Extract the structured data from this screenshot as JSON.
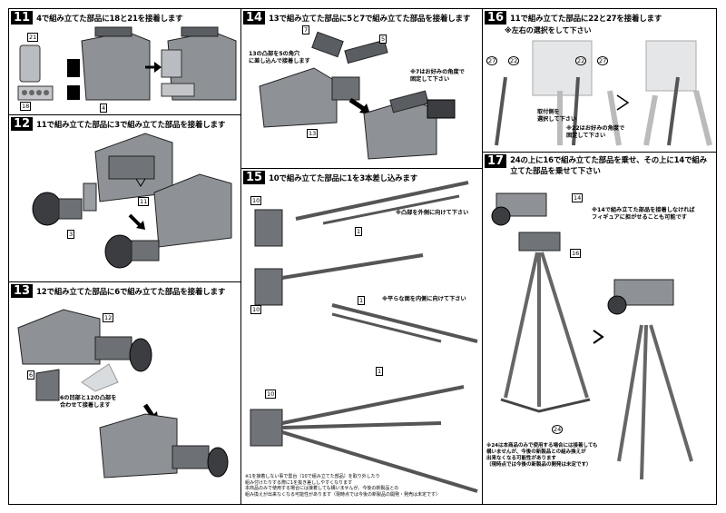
{
  "steps": [
    {
      "num": "11",
      "title": "4で組み立てた部品に18と21を接着します",
      "labels": {
        "p21": "21",
        "p18": "18",
        "p4": "4"
      }
    },
    {
      "num": "12",
      "title": "11で組み立てた部品に3で組み立てた部品を接着します",
      "labels": {
        "p11": "11",
        "p3": "3"
      }
    },
    {
      "num": "13",
      "title": "12で組み立てた部品に6で組み立てた部品を接着します",
      "labels": {
        "p12": "12",
        "p6": "6"
      },
      "note": "6の凹部と12の凸部を\n合わせて接着します"
    },
    {
      "num": "14",
      "title": "13で組み立てた部品に5と7で組み立てた部品を接着します",
      "labels": {
        "p7": "7",
        "p5": "5",
        "p13": "13"
      },
      "note_a": "13の凸部を5の角穴\nに差し込んで接着します",
      "note_b": "※7はお好みの角度で\n固定して下さい"
    },
    {
      "num": "15",
      "title": "10で組み立てた部品に1を3本差し込みます",
      "labels": {
        "p10a": "10",
        "p10b": "10",
        "p10c": "10",
        "p1a": "1",
        "p1b": "1",
        "p1c": "1"
      },
      "note_a": "※凸部を外側に向けて下さい",
      "note_b": "※平らな面を内側に向けて下さい",
      "footnote": "※1を接着しない事で雲台（10で組み立てた部品）を取り外したり\n組み付けたりする際に1を抜き差ししやすくなります\n本商品のみで使用する場合には接着しても構いませんが、今後の新製品との\n組み換えが出来なくなる可能性があります（現時点では今後の新製品の開発・発売は未定です）"
    },
    {
      "num": "16",
      "title": "11で組み立てた部品に22と27を接着します",
      "subtitle": "※左右の選択をして下さい",
      "labels": {
        "p27a": "27",
        "p22a": "22",
        "p22b": "22",
        "p27b": "27"
      },
      "note_a": "取付側を\n選択して下さい",
      "note_b": "※22はお好みの角度で\n固定して下さい"
    },
    {
      "num": "17",
      "title": "24の上に16で組み立てた部品を乗せ、その上に14で組み立てた部品を乗せて下さい",
      "labels": {
        "p14": "14",
        "p16": "16",
        "p24": "24"
      },
      "note_a": "※14で組み立てた部品を接着しなければ\nフィギュアに担がせることも可能です",
      "footnote": "※24は本商品のみで使用する場合には接着しても\n構いませんが、今後の新製品との組み換えが\n出来なくなる可能性があります\n（現時点では今後の新製品の開発は未定です）"
    }
  ]
}
